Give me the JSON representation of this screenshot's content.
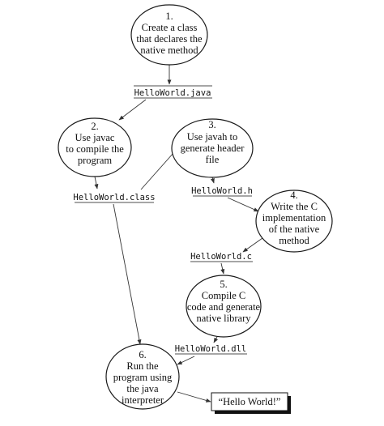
{
  "steps": [
    {
      "id": "step-1",
      "number": "1.",
      "lines": [
        "Create a class",
        "that declares the",
        "native method"
      ]
    },
    {
      "id": "step-2",
      "number": "2.",
      "lines": [
        "Use javac",
        "to compile the",
        "program"
      ]
    },
    {
      "id": "step-3",
      "number": "3.",
      "lines": [
        "Use javah to",
        "generate header",
        "file"
      ]
    },
    {
      "id": "step-4",
      "number": "4.",
      "lines": [
        "Write the C",
        "implementation",
        "of the native",
        "method"
      ]
    },
    {
      "id": "step-5",
      "number": "5.",
      "lines": [
        "Compile C",
        "code and generate",
        "native library"
      ]
    },
    {
      "id": "step-6",
      "number": "6.",
      "lines": [
        "Run the",
        "program using",
        "the java",
        "interpreter"
      ]
    }
  ],
  "files": {
    "java": "HelloWorld.java",
    "class": "HelloWorld.class",
    "header": "HelloWorld.h",
    "c_source": "HelloWorld.c",
    "dll": "HelloWorld.dll"
  },
  "output": "“Hello World!”"
}
